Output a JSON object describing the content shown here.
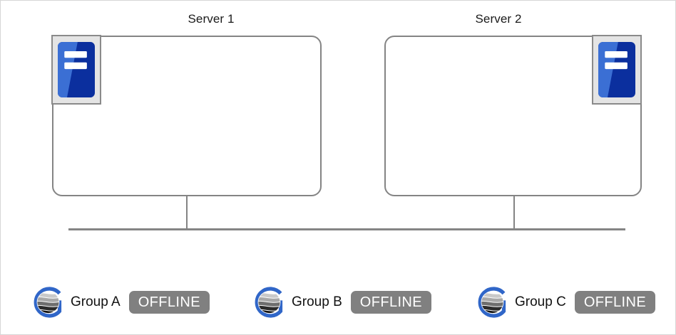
{
  "page": {
    "background": "#ffffff",
    "border_color": "#d6d6d6"
  },
  "diagram": {
    "type": "network-topology",
    "servers": [
      {
        "title": "Server 1",
        "icon": "server-icon",
        "icon_position": "top-left"
      },
      {
        "title": "Server 2",
        "icon": "server-icon",
        "icon_position": "top-right"
      }
    ],
    "bus": {
      "name": "network-bus",
      "drop_count": 2
    }
  },
  "groups": [
    {
      "logo": "globe-g-logo",
      "label": "Group A",
      "status": "OFFLINE"
    },
    {
      "logo": "globe-g-logo",
      "label": "Group B",
      "status": "OFFLINE"
    },
    {
      "logo": "globe-g-logo",
      "label": "Group C",
      "status": "OFFLINE"
    }
  ],
  "colors": {
    "server_icon_blue_light": "#3b6fd4",
    "server_icon_blue_dark": "#0b2f9e",
    "server_icon_frame": "#e4e4e4",
    "server_icon_frame_border": "#8a8a8a",
    "box_border": "#848484",
    "bus_line": "#848484",
    "logo_ring_blue": "#3066c8",
    "status_badge_bg": "#808080",
    "status_badge_text": "#ffffff",
    "title_text": "#1a1a1a"
  }
}
